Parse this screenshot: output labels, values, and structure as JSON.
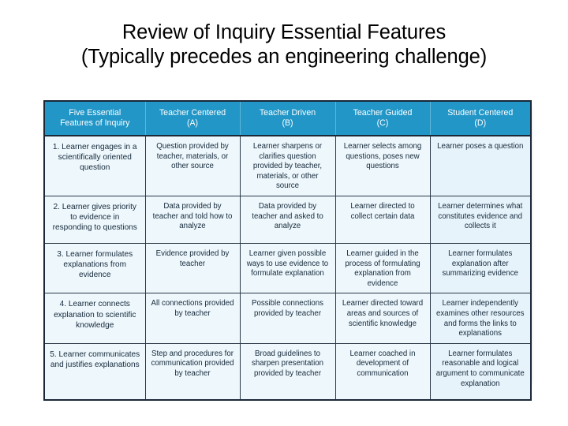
{
  "slide": {
    "title_line_1": "Review of Inquiry Essential Features",
    "title_line_2": "(Typically precedes an engineering challenge)"
  },
  "colors": {
    "header_blue": "#2196C7",
    "header_divider": "#5FB6D8",
    "cell_background": "#EDF7FC",
    "cell_background_last": "#E6F3FB",
    "border_navy": "#1B2838",
    "text_navy": "#16293A",
    "header_text": "#FFFFFF",
    "title_text": "#000000"
  },
  "matrix": {
    "headers": [
      {
        "line1": "Five Essential",
        "line2": "Features of Inquiry"
      },
      {
        "line1": "Teacher Centered",
        "line2": "(A)"
      },
      {
        "line1": "Teacher Driven",
        "line2": "(B)"
      },
      {
        "line1": "Teacher Guided",
        "line2": "(C)"
      },
      {
        "line1": "Student Centered",
        "line2": "(D)"
      }
    ],
    "rows": [
      {
        "feature": "1. Learner engages in a scientifically oriented question",
        "a": "Question provided by teacher, materials, or other source",
        "b": "Learner sharpens or clarifies question provided by teacher, materials, or other source",
        "c": "Learner selects among questions, poses new questions",
        "d": "Learner poses a question"
      },
      {
        "feature": "2. Learner gives priority to evidence in responding to questions",
        "a": "Data provided by teacher and told how to analyze",
        "b": "Data provided by teacher and asked to analyze",
        "c": "Learner directed to collect certain data",
        "d": "Learner determines what constitutes evidence and collects it"
      },
      {
        "feature": "3. Learner formulates explanations from evidence",
        "a": "Evidence provided by teacher",
        "b": "Learner given possible ways to use evidence to formulate explanation",
        "c": "Learner guided in the process of formulating explanation from evidence",
        "d": "Learner formulates explanation after summarizing evidence"
      },
      {
        "feature": "4. Learner connects explanation to scientific knowledge",
        "a": "All connections provided by teacher",
        "b": "Possible connections provided by teacher",
        "c": "Learner directed toward areas and sources of scientific knowledge",
        "d": "Learner independently examines other resources and forms the links to explanations"
      },
      {
        "feature": "5. Learner communicates and justifies explanations",
        "a": "Step and procedures for communication provided by teacher",
        "b": "Broad guidelines to sharpen presentation provided by teacher",
        "c": "Learner coached in development of communication",
        "d": "Learner formulates reasonable and logical argument to communicate explanation"
      }
    ]
  }
}
